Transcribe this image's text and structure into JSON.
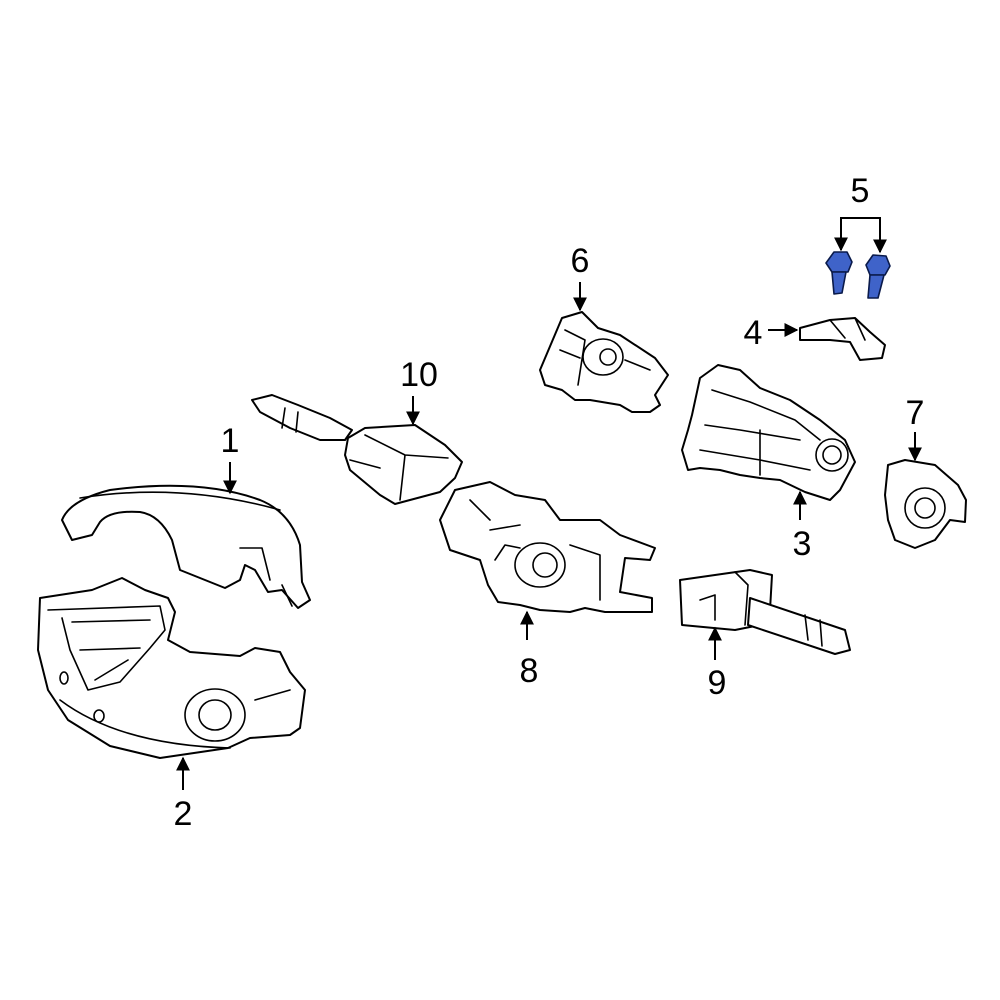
{
  "callouts": [
    {
      "id": "1",
      "label": "1"
    },
    {
      "id": "2",
      "label": "2"
    },
    {
      "id": "3",
      "label": "3"
    },
    {
      "id": "4",
      "label": "4"
    },
    {
      "id": "5",
      "label": "5"
    },
    {
      "id": "6",
      "label": "6"
    },
    {
      "id": "7",
      "label": "7"
    },
    {
      "id": "8",
      "label": "8"
    },
    {
      "id": "9",
      "label": "9"
    },
    {
      "id": "10",
      "label": "10"
    }
  ],
  "colors": {
    "line": "#000000",
    "background": "#ffffff",
    "highlight_part": "#3f63c9",
    "highlight_part_dark": "#1d3a8f"
  },
  "highlighted_part": "5"
}
